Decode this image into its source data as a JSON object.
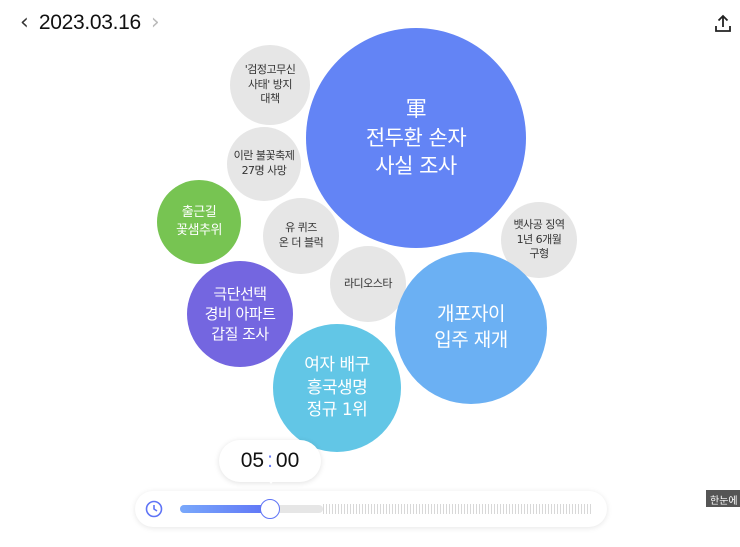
{
  "header": {
    "date": "2023.03.16",
    "prev_icon": "chevron-left-icon",
    "next_icon": "chevron-right-icon",
    "share_icon": "share-icon"
  },
  "bubbles": [
    {
      "label": "軍\n전두환 손자\n사실 조사",
      "color": "#6384f5"
    },
    {
      "label": "'검정고무신\n사태' 방지\n대책",
      "color": "#e6e6e6"
    },
    {
      "label": "이란 불꽃축제\n27명 사망",
      "color": "#e6e6e6"
    },
    {
      "label": "출근길\n꽃샘추위",
      "color": "#77c452"
    },
    {
      "label": "유 퀴즈\n온 더 블럭",
      "color": "#e6e6e6"
    },
    {
      "label": "뱃사공 징역\n1년 6개월\n구형",
      "color": "#e6e6e6"
    },
    {
      "label": "극단선택\n경비 아파트\n갑질 조사",
      "color": "#7466e0"
    },
    {
      "label": "라디오스타",
      "color": "#e6e6e6"
    },
    {
      "label": "개포자이\n입주 재개",
      "color": "#6bb0f3"
    },
    {
      "label": "여자 배구\n흥국생명\n정규 1위",
      "color": "#62c6e6"
    }
  ],
  "timeline": {
    "hours": "05",
    "minutes": "00",
    "colon": ":",
    "progress": 0.22,
    "clock_icon": "clock-icon",
    "accent": "#5f74f6"
  },
  "tooltip": "한눈에 보"
}
